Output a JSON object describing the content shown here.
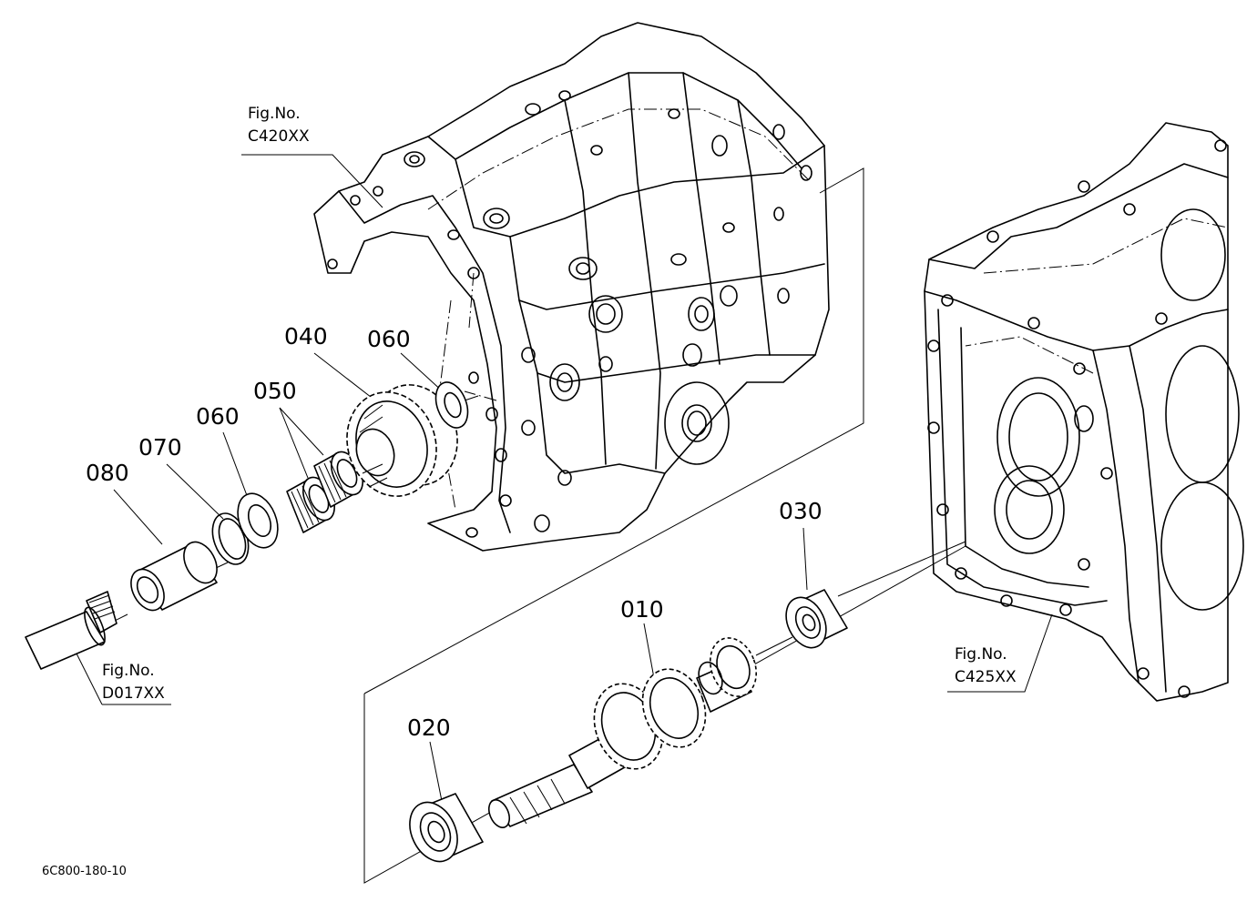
{
  "diagram_code": "6C800-180-10",
  "figure_refs": [
    {
      "id": "c420",
      "line1": "Fig.No.",
      "line2": "C420XX"
    },
    {
      "id": "d017",
      "line1": "Fig.No.",
      "line2": "D017XX"
    },
    {
      "id": "c425",
      "line1": "Fig.No.",
      "line2": "C425XX"
    }
  ],
  "part_labels": [
    "010",
    "020",
    "030",
    "040",
    "050",
    "060",
    "060",
    "070",
    "080"
  ]
}
